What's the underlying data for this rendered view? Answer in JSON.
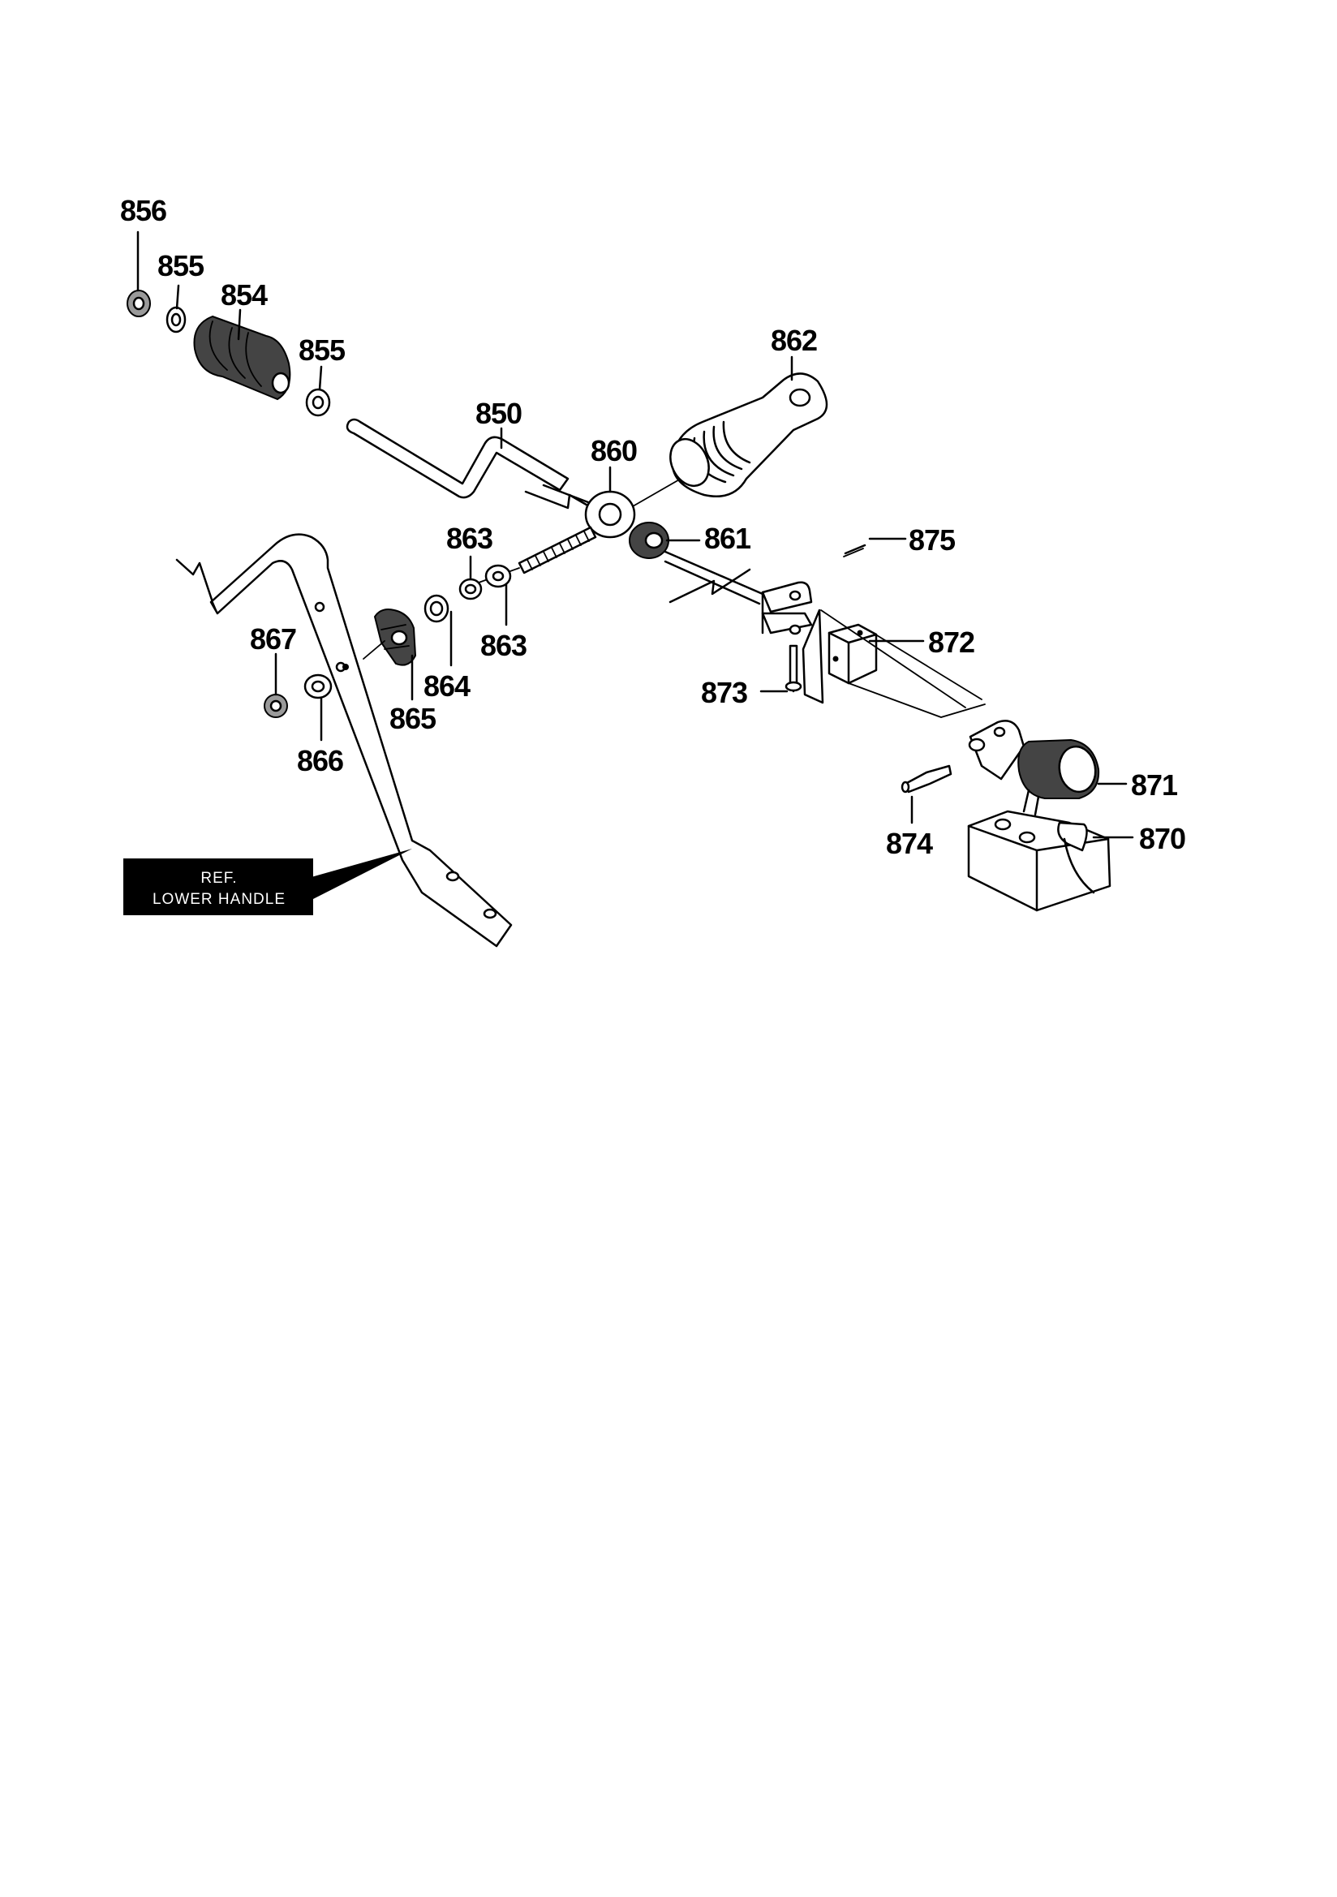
{
  "parts": {
    "p850": "850",
    "p854": "854",
    "p855a": "855",
    "p855b": "855",
    "p856": "856",
    "p860": "860",
    "p861": "861",
    "p862": "862",
    "p863a": "863",
    "p863b": "863",
    "p864": "864",
    "p865": "865",
    "p866": "866",
    "p867": "867",
    "p870": "870",
    "p871": "871",
    "p872": "872",
    "p873": "873",
    "p874": "874",
    "p875": "875"
  },
  "ref_label": {
    "line1": "REF.",
    "line2": "LOWER HANDLE"
  }
}
